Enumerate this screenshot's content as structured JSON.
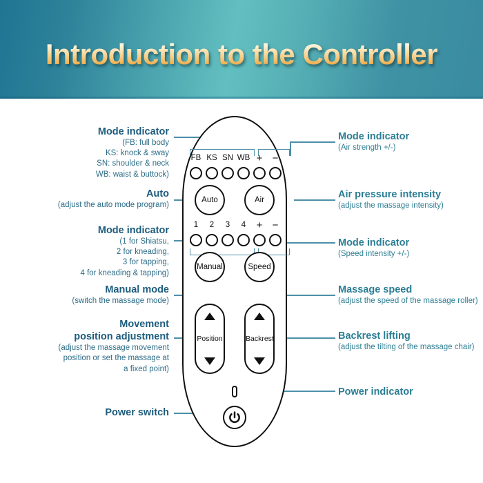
{
  "header": {
    "title": "Introduction to the Controller",
    "gradient_left": "#1f7593",
    "gradient_mid": "#62bfc0",
    "gradient_right": "#3a8ba0",
    "title_color_top": "#fffdf6",
    "title_color_bottom": "#e99a2c"
  },
  "theme": {
    "label_color_left": "#1c5c7d",
    "label_color_right": "#2a7d94",
    "leader_line_color": "#4c8fa8",
    "remote_outline_color": "#111111"
  },
  "left_labels": [
    {
      "title": "Mode indicator",
      "lines": [
        "(FB: full body",
        "KS: knock & sway",
        "SN: shoulder & neck",
        "WB: waist & buttock)"
      ]
    },
    {
      "title": "Auto",
      "lines": [
        "(adjust the auto mode program)"
      ]
    },
    {
      "title": "Mode indicator",
      "lines": [
        "(1 for Shiatsu,",
        "2 for kneading,",
        "3 for tapping,",
        "4 for kneading & tapping)"
      ]
    },
    {
      "title": "Manual mode",
      "lines": [
        "(switch the massage mode)"
      ]
    },
    {
      "title": "Movement\nposition adjustment",
      "title_line1": "Movement",
      "title_line2": "position adjustment",
      "lines": [
        "(adjust the massage movement",
        "position or set the massage at",
        "a fixed point)"
      ]
    },
    {
      "title": "Power switch",
      "lines": []
    }
  ],
  "right_labels": [
    {
      "title": "Mode indicator",
      "lines": [
        "(Air strength +/-)"
      ]
    },
    {
      "title": "Air pressure intensity",
      "lines": [
        "(adjust the massage intensity)"
      ]
    },
    {
      "title": "Mode indicator",
      "lines": [
        "(Speed intensity +/-)"
      ]
    },
    {
      "title": "Massage speed",
      "lines": [
        "(adjust the speed of the massage roller)"
      ]
    },
    {
      "title": "Backrest lifting",
      "lines": [
        "(adjust the tilting of the massage chair)"
      ]
    },
    {
      "title": "Power indicator",
      "lines": []
    }
  ],
  "remote": {
    "row1_caps": [
      "FB",
      "KS",
      "SN",
      "WB",
      "+",
      "−"
    ],
    "row2_caps": [
      "1",
      "2",
      "3",
      "4",
      "+",
      "−"
    ],
    "buttons": {
      "auto": "Auto",
      "air": "Air",
      "manual": "Manual",
      "speed": "Speed",
      "position": "Position",
      "backrest": "Backrest",
      "power_icon": "power-icon",
      "power_indicator": "power-indicator-led"
    }
  }
}
